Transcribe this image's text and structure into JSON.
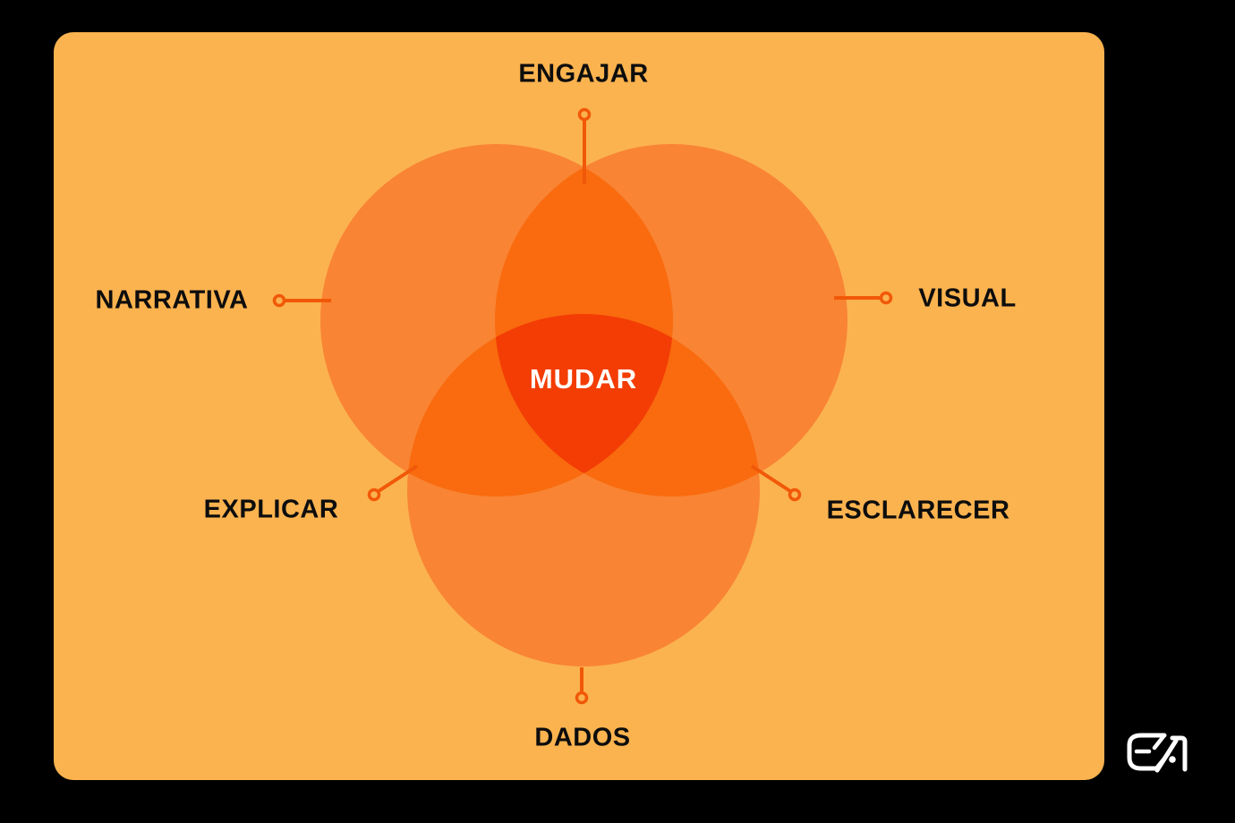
{
  "diagram": {
    "center_label": "MUDAR",
    "labels": {
      "top": "ENGAJAR",
      "left": "NARRATIVA",
      "right": "VISUAL",
      "bottom_left": "EXPLICAR",
      "bottom_right": "ESCLARECER",
      "bottom": "DADOS"
    }
  },
  "logo": {
    "monogram": "EA"
  },
  "colors": {
    "page_bg": "#000000",
    "card_bg": "#FBB34F",
    "region_single": "#F98434",
    "region_double": "#F96B0E",
    "region_triple": "#F33D05",
    "connector": "#F15808",
    "label_text": "#0D0D0D",
    "center_label_text": "#FFFFFF",
    "logo_color": "#FFFFFF"
  }
}
